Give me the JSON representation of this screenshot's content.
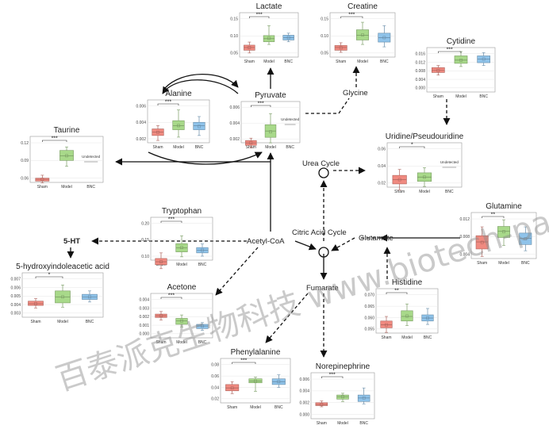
{
  "groups": [
    "Sham",
    "Model",
    "BNC"
  ],
  "colors": {
    "Sham": "#f08a80",
    "Model": "#a8d98a",
    "BNC": "#8fc3ea"
  },
  "pathway_nodes": {
    "urea_cycle": "Urea Cycle",
    "citric_acid_cycle": "Citric Acid Cycle",
    "acetyl_coa": "Acetyl-CoA",
    "glutamate": "Glutamate",
    "fumarate": "Fumarate",
    "glycine": "Glycine",
    "five_ht": "5-HT"
  },
  "undetected_label": "Undetected",
  "watermark": "百泰派克生物科技 www.biotech-pack.com",
  "panels": [
    {
      "id": "lactate",
      "title": "Lactate",
      "ticks": [
        "0.15",
        "0.10",
        "0.05"
      ],
      "sig": "***",
      "boxes": [
        {
          "q1": 0.058,
          "med": 0.066,
          "q3": 0.073,
          "wl": 0.05,
          "wh": 0.082,
          "mean": 0.066
        },
        {
          "q1": 0.083,
          "med": 0.092,
          "q3": 0.101,
          "wl": 0.075,
          "wh": 0.13,
          "mean": 0.093
        },
        {
          "q1": 0.088,
          "med": 0.095,
          "q3": 0.102,
          "wl": 0.083,
          "wh": 0.108,
          "mean": 0.095
        }
      ]
    },
    {
      "id": "creatine",
      "title": "Creatine",
      "ticks": [
        "0.15",
        "0.10",
        "0.05"
      ],
      "sig": "***",
      "boxes": [
        {
          "q1": 0.058,
          "med": 0.066,
          "q3": 0.072,
          "wl": 0.052,
          "wh": 0.08,
          "mean": 0.065
        },
        {
          "q1": 0.088,
          "med": 0.102,
          "q3": 0.118,
          "wl": 0.075,
          "wh": 0.14,
          "mean": 0.103
        },
        {
          "q1": 0.082,
          "med": 0.095,
          "q3": 0.108,
          "wl": 0.068,
          "wh": 0.13,
          "mean": 0.095
        }
      ]
    },
    {
      "id": "cytidine",
      "title": "Cytidine",
      "ticks": [
        "0.016",
        "0.012",
        "0.008",
        "0.004",
        "0.000"
      ],
      "sig": "***",
      "boxes": [
        {
          "q1": 0.0072,
          "med": 0.0082,
          "q3": 0.0095,
          "wl": 0.006,
          "wh": 0.0105,
          "mean": 0.0082
        },
        {
          "q1": 0.0115,
          "med": 0.013,
          "q3": 0.015,
          "wl": 0.01,
          "wh": 0.017,
          "mean": 0.013
        },
        {
          "q1": 0.0118,
          "med": 0.0135,
          "q3": 0.015,
          "wl": 0.0105,
          "wh": 0.0165,
          "mean": 0.0135
        }
      ]
    },
    {
      "id": "alanine",
      "title": "Alanine",
      "ticks": [
        "0.006",
        "0.004",
        "0.002"
      ],
      "sig": "***",
      "boxes": [
        {
          "q1": 0.0024,
          "med": 0.0028,
          "q3": 0.0032,
          "wl": 0.0018,
          "wh": 0.0036,
          "mean": 0.0028
        },
        {
          "q1": 0.0031,
          "med": 0.0036,
          "q3": 0.0042,
          "wl": 0.0022,
          "wh": 0.0055,
          "mean": 0.0036
        },
        {
          "q1": 0.0031,
          "med": 0.0036,
          "q3": 0.004,
          "wl": 0.0024,
          "wh": 0.0047,
          "mean": 0.0035
        }
      ]
    },
    {
      "id": "pyruvate",
      "title": "Pyruvate",
      "ticks": [
        "0.006",
        "0.004",
        "0.002"
      ],
      "sig": "***",
      "boxes": [
        {
          "q1": 0.0012,
          "med": 0.0015,
          "q3": 0.0018,
          "wl": 0.0009,
          "wh": 0.0021,
          "mean": 0.0015
        },
        {
          "q1": 0.0022,
          "med": 0.003,
          "q3": 0.0038,
          "wl": 0.0015,
          "wh": 0.0052,
          "mean": 0.0029
        }
      ],
      "undetected": "BNC"
    },
    {
      "id": "taurine",
      "title": "Taurine",
      "ticks": [
        "0.12",
        "0.09",
        "0.06"
      ],
      "sig": "***",
      "boxes": [
        {
          "q1": 0.055,
          "med": 0.058,
          "q3": 0.06,
          "wl": 0.052,
          "wh": 0.065,
          "mean": 0.058
        },
        {
          "q1": 0.09,
          "med": 0.098,
          "q3": 0.107,
          "wl": 0.08,
          "wh": 0.113,
          "mean": 0.098
        }
      ],
      "undetected": "BNC"
    },
    {
      "id": "uridine",
      "title": "Uridine/Pseudouridine",
      "ticks": [
        "0.06",
        "0.04",
        "0.02"
      ],
      "sig": "*",
      "boxes": [
        {
          "q1": 0.019,
          "med": 0.024,
          "q3": 0.029,
          "wl": 0.012,
          "wh": 0.036,
          "mean": 0.024
        },
        {
          "q1": 0.022,
          "med": 0.027,
          "q3": 0.032,
          "wl": 0.016,
          "wh": 0.038,
          "mean": 0.027
        }
      ],
      "undetected": "BNC"
    },
    {
      "id": "tryptophan",
      "title": "Tryptophan",
      "ticks": [
        "0.20",
        "0.15",
        "0.10"
      ],
      "sig": "***",
      "boxes": [
        {
          "q1": 0.074,
          "med": 0.083,
          "q3": 0.093,
          "wl": 0.062,
          "wh": 0.11,
          "mean": 0.083
        },
        {
          "q1": 0.113,
          "med": 0.125,
          "q3": 0.138,
          "wl": 0.098,
          "wh": 0.162,
          "mean": 0.126
        },
        {
          "q1": 0.11,
          "med": 0.118,
          "q3": 0.126,
          "wl": 0.1,
          "wh": 0.137,
          "mean": 0.118
        }
      ]
    },
    {
      "id": "glutamine",
      "title": "Glutamine",
      "ticks": [
        "0.012",
        "0.008",
        "0.004"
      ],
      "sig": "**",
      "boxes": [
        {
          "q1": 0.0052,
          "med": 0.0068,
          "q3": 0.0082,
          "wl": 0.0035,
          "wh": 0.0102,
          "mean": 0.0067
        },
        {
          "q1": 0.0078,
          "med": 0.0092,
          "q3": 0.0103,
          "wl": 0.006,
          "wh": 0.0118,
          "mean": 0.0091
        },
        {
          "q1": 0.0062,
          "med": 0.0076,
          "q3": 0.0088,
          "wl": 0.0048,
          "wh": 0.0102,
          "mean": 0.0075
        }
      ]
    },
    {
      "id": "hiaa",
      "title": "5-hydroxyindoleacetic acid",
      "ticks": [
        "0.007",
        "0.006",
        "0.005",
        "0.004",
        "0.003"
      ],
      "sig": "*",
      "boxes": [
        {
          "q1": 0.0039,
          "med": 0.0041,
          "q3": 0.0044,
          "wl": 0.0036,
          "wh": 0.0047,
          "mean": 0.0041
        },
        {
          "q1": 0.0042,
          "med": 0.0049,
          "q3": 0.0056,
          "wl": 0.0037,
          "wh": 0.0063,
          "mean": 0.0049
        },
        {
          "q1": 0.0046,
          "med": 0.0049,
          "q3": 0.0052,
          "wl": 0.0043,
          "wh": 0.0056,
          "mean": 0.0049
        }
      ]
    },
    {
      "id": "acetone",
      "title": "Acetone",
      "ticks": [
        "0.004",
        "0.003",
        "0.002",
        "0.001",
        "0.000"
      ],
      "sig": "***",
      "boxes": [
        {
          "q1": 0.0019,
          "med": 0.0021,
          "q3": 0.0023,
          "wl": 0.0016,
          "wh": 0.0026,
          "mean": 0.0021
        },
        {
          "q1": 0.0011,
          "med": 0.0015,
          "q3": 0.0018,
          "wl": 0.0008,
          "wh": 0.0022,
          "mean": 0.0015
        },
        {
          "q1": 0.0006,
          "med": 0.0009,
          "q3": 0.0011,
          "wl": 0.0004,
          "wh": 0.0013,
          "mean": 0.0009
        }
      ]
    },
    {
      "id": "histidine",
      "title": "Histidine",
      "ticks": [
        "0.070",
        "0.065",
        "0.060",
        "0.055"
      ],
      "sig": "**",
      "boxes": [
        {
          "q1": 0.0555,
          "med": 0.0568,
          "q3": 0.0585,
          "wl": 0.0535,
          "wh": 0.0605,
          "mean": 0.0568
        },
        {
          "q1": 0.0585,
          "med": 0.0605,
          "q3": 0.063,
          "wl": 0.0565,
          "wh": 0.066,
          "mean": 0.0607
        },
        {
          "q1": 0.0585,
          "med": 0.0598,
          "q3": 0.0612,
          "wl": 0.057,
          "wh": 0.064,
          "mean": 0.0598
        }
      ]
    },
    {
      "id": "phenylalanine",
      "title": "Phenylalanine",
      "ticks": [
        "0.08",
        "0.06",
        "0.04",
        "0.02"
      ],
      "sig": "***",
      "boxes": [
        {
          "q1": 0.034,
          "med": 0.039,
          "q3": 0.045,
          "wl": 0.029,
          "wh": 0.05,
          "mean": 0.039
        },
        {
          "q1": 0.048,
          "med": 0.051,
          "q3": 0.055,
          "wl": 0.033,
          "wh": 0.058,
          "mean": 0.051
        },
        {
          "q1": 0.045,
          "med": 0.05,
          "q3": 0.055,
          "wl": 0.04,
          "wh": 0.062,
          "mean": 0.05
        }
      ]
    },
    {
      "id": "norepinephrine",
      "title": "Norepinephrine",
      "ticks": [
        "0.006",
        "0.004",
        "0.002",
        "0.000"
      ],
      "sig": "***",
      "boxes": [
        {
          "q1": 0.0015,
          "med": 0.0017,
          "q3": 0.002,
          "wl": 0.0013,
          "wh": 0.0023,
          "mean": 0.0017
        },
        {
          "q1": 0.0026,
          "med": 0.003,
          "q3": 0.0033,
          "wl": 0.0022,
          "wh": 0.0036,
          "mean": 0.003
        },
        {
          "q1": 0.0022,
          "med": 0.0028,
          "q3": 0.0033,
          "wl": 0.0018,
          "wh": 0.0045,
          "mean": 0.0028
        }
      ]
    }
  ]
}
